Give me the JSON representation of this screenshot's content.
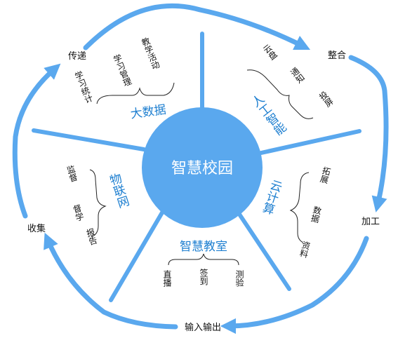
{
  "center": {
    "label": "智慧校园"
  },
  "segments": {
    "big_data": {
      "title": "大数据",
      "items": [
        "学习统计",
        "学习管理",
        "教学活动"
      ]
    },
    "ai": {
      "title": "人工智能",
      "items": [
        "云盘",
        "通知",
        "投屏"
      ]
    },
    "cloud": {
      "title": "云计算",
      "items": [
        "拓展",
        "数据",
        "资料"
      ]
    },
    "classroom": {
      "title": "智慧教室",
      "items": [
        "直播",
        "签到",
        "测验"
      ]
    },
    "iot": {
      "title": "物联网",
      "items": [
        "监督",
        "督学",
        "报告"
      ]
    }
  },
  "cycle": {
    "integrate": "整合",
    "process": "加工",
    "io": "输入输出",
    "collect": "收集",
    "deliver": "传递"
  },
  "colors": {
    "accent": "#5aa8ee",
    "center_fill": "#5aa8ee",
    "title_text": "#1e7fd0",
    "bracket": "#222222"
  }
}
